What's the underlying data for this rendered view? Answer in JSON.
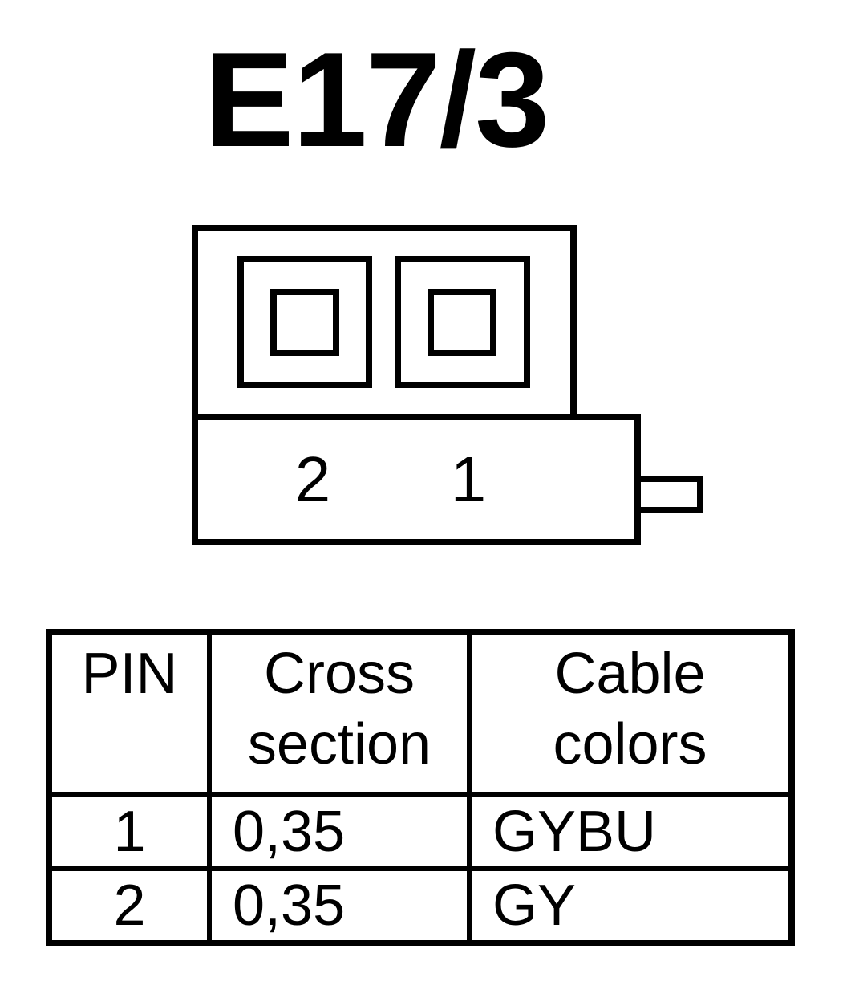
{
  "title": "E17/3",
  "connector": {
    "pin_labels": [
      "2",
      "1"
    ]
  },
  "table": {
    "headers": {
      "pin": "PIN",
      "cross_section": [
        "Cross",
        "section"
      ],
      "cable_colors": [
        "Cable",
        "colors"
      ]
    },
    "rows": [
      {
        "pin": "1",
        "cross_section": "0,35",
        "cable_color": "GYBU"
      },
      {
        "pin": "2",
        "cross_section": "0,35",
        "cable_color": "GY"
      }
    ]
  }
}
